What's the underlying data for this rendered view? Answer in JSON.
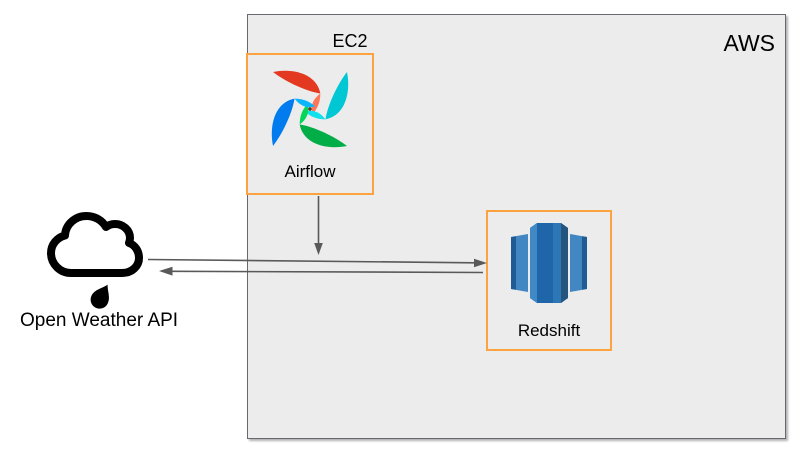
{
  "diagram": {
    "labels": {
      "aws": "AWS",
      "ec2": "EC2"
    },
    "nodes": {
      "airflow": {
        "label": "Airflow",
        "icon": "airflow-pinwheel-icon"
      },
      "redshift": {
        "label": "Redshift",
        "icon": "redshift-database-icon"
      },
      "open_weather_api": {
        "label": "Open Weather API",
        "icon": "cloud-rain-icon"
      }
    },
    "edges": [
      {
        "from": "airflow",
        "to": "data-flow-line",
        "direction": "down"
      },
      {
        "from": "open_weather_api",
        "to": "redshift",
        "direction": "right"
      },
      {
        "from": "redshift",
        "to": "open_weather_api",
        "direction": "left"
      }
    ],
    "colors": {
      "container_fill": "#ececec",
      "container_border": "#666a70",
      "node_border": "#fca33f",
      "arrow": "#595959",
      "airflow_red": "#e43921",
      "airflow_red_light": "#ff7557",
      "airflow_teal": "#00c7d4",
      "airflow_teal_light": "#11e1ee",
      "airflow_green": "#00ad46",
      "airflow_green_light": "#04d659",
      "airflow_blue": "#017cee",
      "airflow_blue_light": "#0cb6ff",
      "redshift_light": "#4287c1",
      "redshift_mid": "#2d77b6",
      "redshift_dark": "#1f5b94",
      "redshift_center": "#1e66a9",
      "cloud_icon": "#000000"
    }
  }
}
